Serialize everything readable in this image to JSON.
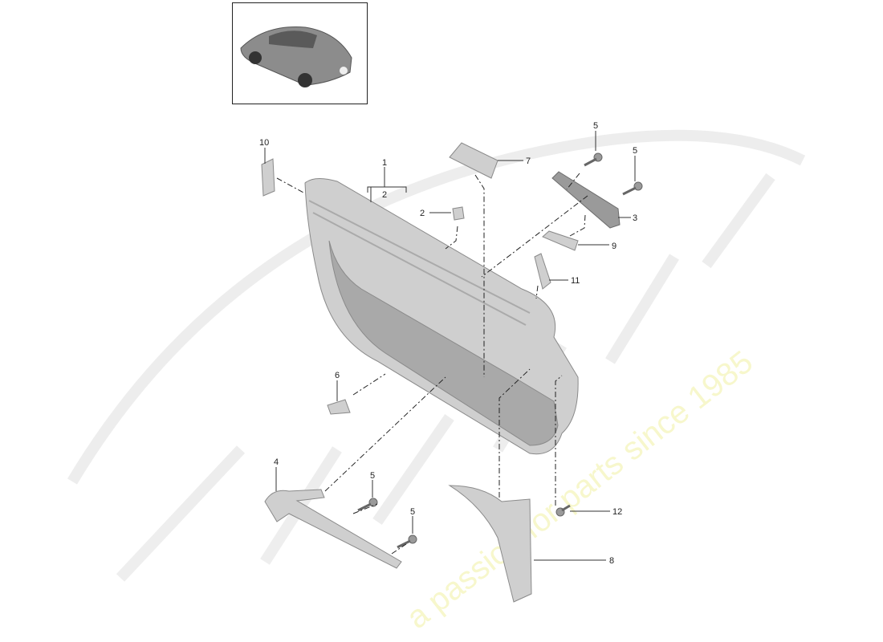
{
  "watermark": {
    "brand": "eurospares",
    "tagline": "a passion for parts since 1985",
    "tagline_color": "#f3f3a8"
  },
  "inset": {
    "subject": "car-thumbnail"
  },
  "callouts": [
    {
      "id": "c10",
      "label": "10"
    },
    {
      "id": "c1",
      "label": "1"
    },
    {
      "id": "c2a",
      "label": "2"
    },
    {
      "id": "c2b",
      "label": "2"
    },
    {
      "id": "c7",
      "label": "7"
    },
    {
      "id": "c5a",
      "label": "5"
    },
    {
      "id": "c5b",
      "label": "5"
    },
    {
      "id": "c3",
      "label": "3"
    },
    {
      "id": "c9",
      "label": "9"
    },
    {
      "id": "c11",
      "label": "11"
    },
    {
      "id": "c6",
      "label": "6"
    },
    {
      "id": "c4",
      "label": "4"
    },
    {
      "id": "c5c",
      "label": "5"
    },
    {
      "id": "c5d",
      "label": "5"
    },
    {
      "id": "c12",
      "label": "12"
    },
    {
      "id": "c8",
      "label": "8"
    }
  ]
}
